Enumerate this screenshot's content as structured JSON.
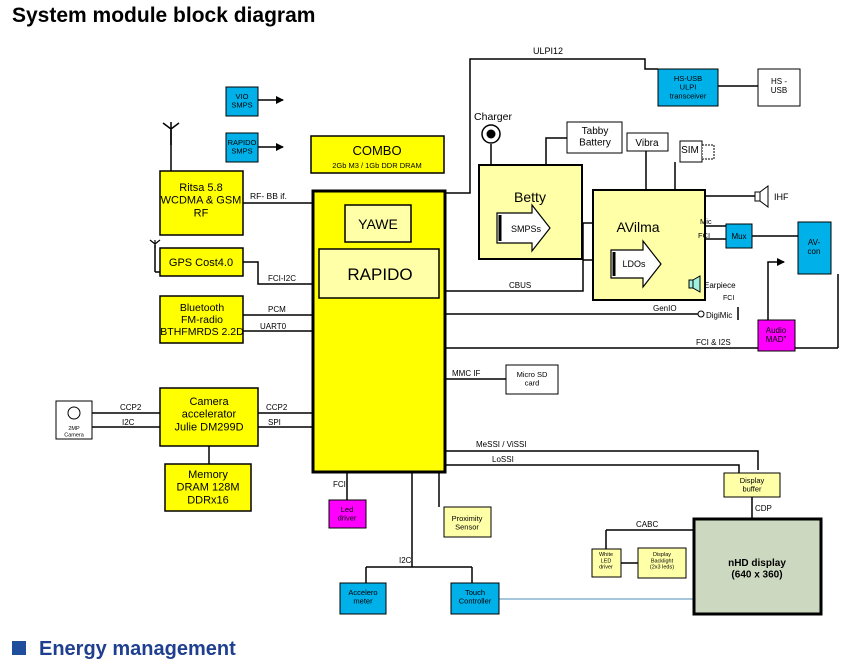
{
  "title": "System module block diagram",
  "footer_heading": "Energy management",
  "colors": {
    "yellow": "#ffff00",
    "pale_yellow": "#ffffa8",
    "cyan": "#00b0e8",
    "magenta": "#ff00ff",
    "gray_display": "#ccd8c0",
    "line": "#000000",
    "blue_link": "#4d8cb8"
  },
  "blocks": {
    "vio": "VIO\nSMPS",
    "rapido_smps": "RAPIDO\nSMPS",
    "ritsa": "Ritsa 5.8\nWCDMA & GSM\nRF",
    "gps": "GPS Cost4.0",
    "bluetooth": "Bluetooth\nFM-radio\nBTHFMRDS 2.2D",
    "camera_acc": "Camera\naccelerator\nJulie DM299D",
    "memory": "Memory\nDRAM 128M\nDDRx16",
    "camera_2mp": "2MP\nCamera",
    "combo_title": "COMBO",
    "combo_sub": "2Gb M3 / 1Gb DDR DRAM",
    "yawe": "YAWE",
    "rapido": "RAPIDO",
    "charger": "Charger",
    "betty": "Betty",
    "smpss": "SMPSs",
    "tabby": "Tabby\nBattery",
    "vibra": "Vibra",
    "sim": "SIM",
    "avilma": "AVilma",
    "ldos": "LDOs",
    "ihf": "IHF",
    "mux": "Mux",
    "av_con": "AV-\ncon",
    "earpiece": "Earpiece",
    "digimic": "DigiMic",
    "audio_mad": "Audio\nMAD\"",
    "hs_usb_ulpi": "HS-USB\nULPI\ntransceiver",
    "hs_usb": "HS -\nUSB",
    "micro_sd": "Micro SD\ncard",
    "display_buffer": "Display\nbuffer",
    "led_driver": "Led\ndriver",
    "proximity": "Proximity\nSensor",
    "white_led": "White\nLED\ndriver",
    "display_backlight": "Display\nBacklight\n(2x3 leds)",
    "nhd_display": "nHD display\n(640 x 360)",
    "accelerometer": "Accelero\nmeter",
    "touch": "Touch\nController"
  },
  "labels": {
    "ulpi12": "ULPI12",
    "rf_bb": "RF- BB if.",
    "fci_i2c": "FCI-I2C",
    "pcm": "PCM",
    "uart0": "UART0",
    "ccp2_left": "CCP2",
    "i2c_left": "I2C",
    "ccp2_right": "CCP2",
    "spi": "SPI",
    "cbus": "CBUS",
    "mic": "Mic",
    "fci_avilma": "FCI",
    "fci_audio": "FCI",
    "genio": "GenIO",
    "fci_i2s": "FCI & I2S",
    "mmc_if": "MMC IF",
    "messi": "MeSSI / ViSSI",
    "lossi": "LoSSI",
    "cdp": "CDP",
    "cabc": "CABC",
    "fci_led": "FCI",
    "i2c_bottom": "I2C"
  }
}
